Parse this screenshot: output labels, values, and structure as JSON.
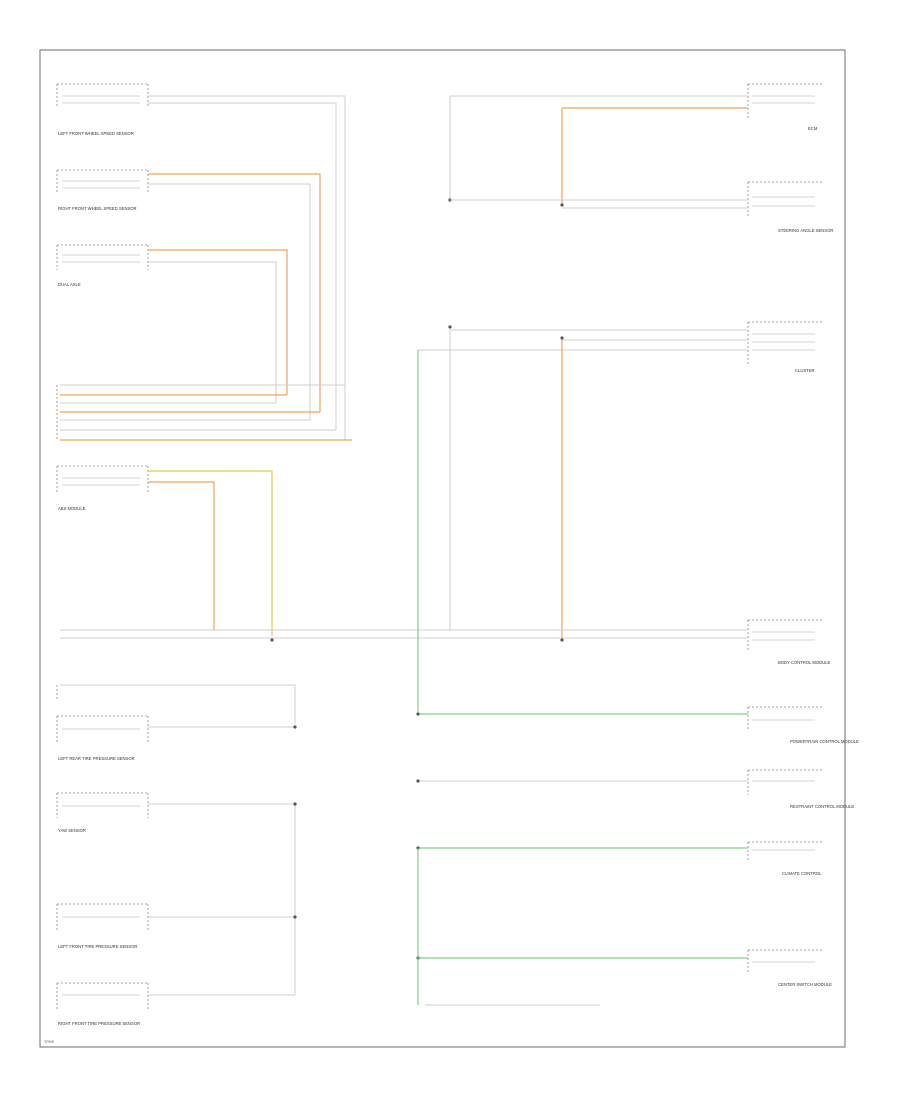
{
  "components": [
    {
      "id": "c1",
      "label": "LEFT FRONT WHEEL SPEED SENSOR"
    },
    {
      "id": "c2",
      "label": "RIGHT FRONT WHEEL SPEED SENSOR"
    },
    {
      "id": "c3",
      "label": "DUAL AXLE"
    },
    {
      "id": "c4",
      "label": "ABS MODULE"
    },
    {
      "id": "c5",
      "label": "ECM"
    },
    {
      "id": "c6",
      "label": "STEERING ANGLE SENSOR"
    },
    {
      "id": "c7",
      "label": "CLUSTER"
    },
    {
      "id": "c8",
      "label": "BODY CONTROL MODULE"
    },
    {
      "id": "c9",
      "label": "LEFT REAR TIRE PRESSURE SENSOR"
    },
    {
      "id": "c10",
      "label": "YAW SENSOR"
    },
    {
      "id": "c11",
      "label": "LEFT FRONT TIRE PRESSURE SENSOR"
    },
    {
      "id": "c12",
      "label": "RIGHT FRONT TIRE PRESSURE SENSOR"
    },
    {
      "id": "c13",
      "label": "POWERTRAIN CONTROL MODULE"
    },
    {
      "id": "c14",
      "label": "RESTRAINT CONTROL MODULE"
    },
    {
      "id": "c15",
      "label": "CLIMATE CONTROL"
    },
    {
      "id": "c16",
      "label": "CENTER SWITCH MODULE"
    }
  ],
  "footer": {
    "code": "TPMS"
  }
}
